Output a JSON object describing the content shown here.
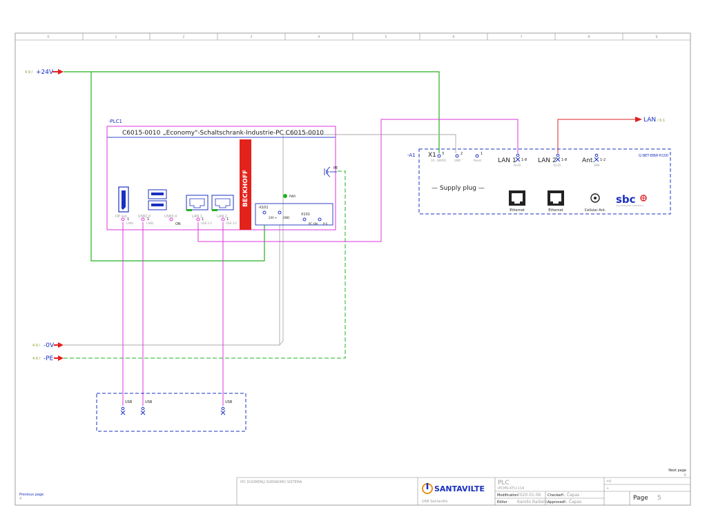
{
  "grid": {
    "columns": [
      "0",
      "1",
      "2",
      "3",
      "4",
      "5",
      "6",
      "7",
      "8",
      "9"
    ]
  },
  "potentials": [
    {
      "ref": "4.9 /",
      "name": "+24V"
    },
    {
      "ref": "4.9 /",
      "name": "-0V"
    },
    {
      "ref": "4.9 /",
      "name": "-PE"
    }
  ],
  "lan_out": {
    "name": "LAN",
    "ref": "/ 6.1"
  },
  "plc": {
    "tag": "-PLC1",
    "model": "C6015-0010",
    "description": "„Economy\"-Schaltschrank-Industrie-PC C6015-0010",
    "brand": "BECKHOFF",
    "pe": "PE",
    "pwr": "PWR",
    "ports": {
      "dp": "DP out",
      "dp_pin": "1",
      "dp_sub": "LAN1",
      "usb2": "USB2.0",
      "usb2_pin": "1",
      "usb2_sub": "LAN2",
      "usb3": "USB3.0",
      "usb3_pin": "ON",
      "lan1": "LAN 1",
      "lan1_pin": "1",
      "lan1_sub": "USB 2.0",
      "lan2": "LAN 2",
      "lan2_pin": "1",
      "lan2_sub": "USB 3.0"
    },
    "x101a": "-X101",
    "x101a_p1": "24V +",
    "x101a_p2": "GND",
    "x101b": "X101",
    "x101b_p1": "PC-ON",
    "x101b_p2": "P-S"
  },
  "a1": {
    "tag": "-A1",
    "model": "Q.NET-EBW-H100",
    "x1": "X1",
    "x1_p3": "3",
    "x1_p3_sub": "10...48VDC",
    "x1_p2": "2",
    "x1_p2_sub": "GND",
    "x1_p1": "1",
    "x1_p1_sub": "Reset",
    "lan1": "LAN 1",
    "lan1_pins": "1-8",
    "lan1_sub": "RJ-45",
    "lan2": "LAN 2",
    "lan2_pins": "1-8",
    "lan2_sub": "RJ-45",
    "ant": "Ant.",
    "ant_pins": "1-2",
    "ant_sub": "SMA",
    "supply": "— Supply plug —",
    "eth1": "Ethernet",
    "eth2": "Ethernet",
    "cell": "Cellular Ant.",
    "logo": "sbc",
    "logo_sub": "SAIA BURGESS CONTROLS"
  },
  "usb_box": {
    "labels": [
      "USB",
      "USB",
      "USB"
    ]
  },
  "title_block": {
    "next_page": "Next page",
    "next_num": "6",
    "prev_page": "Previous page",
    "prev_num": "4",
    "project": "IPC DUOMENŲ SURINKIMO SISTEMA",
    "company": "SANTAVILTE",
    "company_sub": "UAB Santavilte",
    "drawing": "PLC",
    "drawing_sub": "IPCMS-KTU-114",
    "mod_label": "Modification",
    "mod_date": "2020.01.06",
    "editor_label": "Editor",
    "editor": "Karolis Raišelis",
    "checked_label": "Checked",
    "checked": "A. Čapas",
    "approved_label": "Approved",
    "approved": "A. Čapas",
    "eq": "=0",
    "plus": "+",
    "page_label": "Page",
    "page_num": "5"
  }
}
